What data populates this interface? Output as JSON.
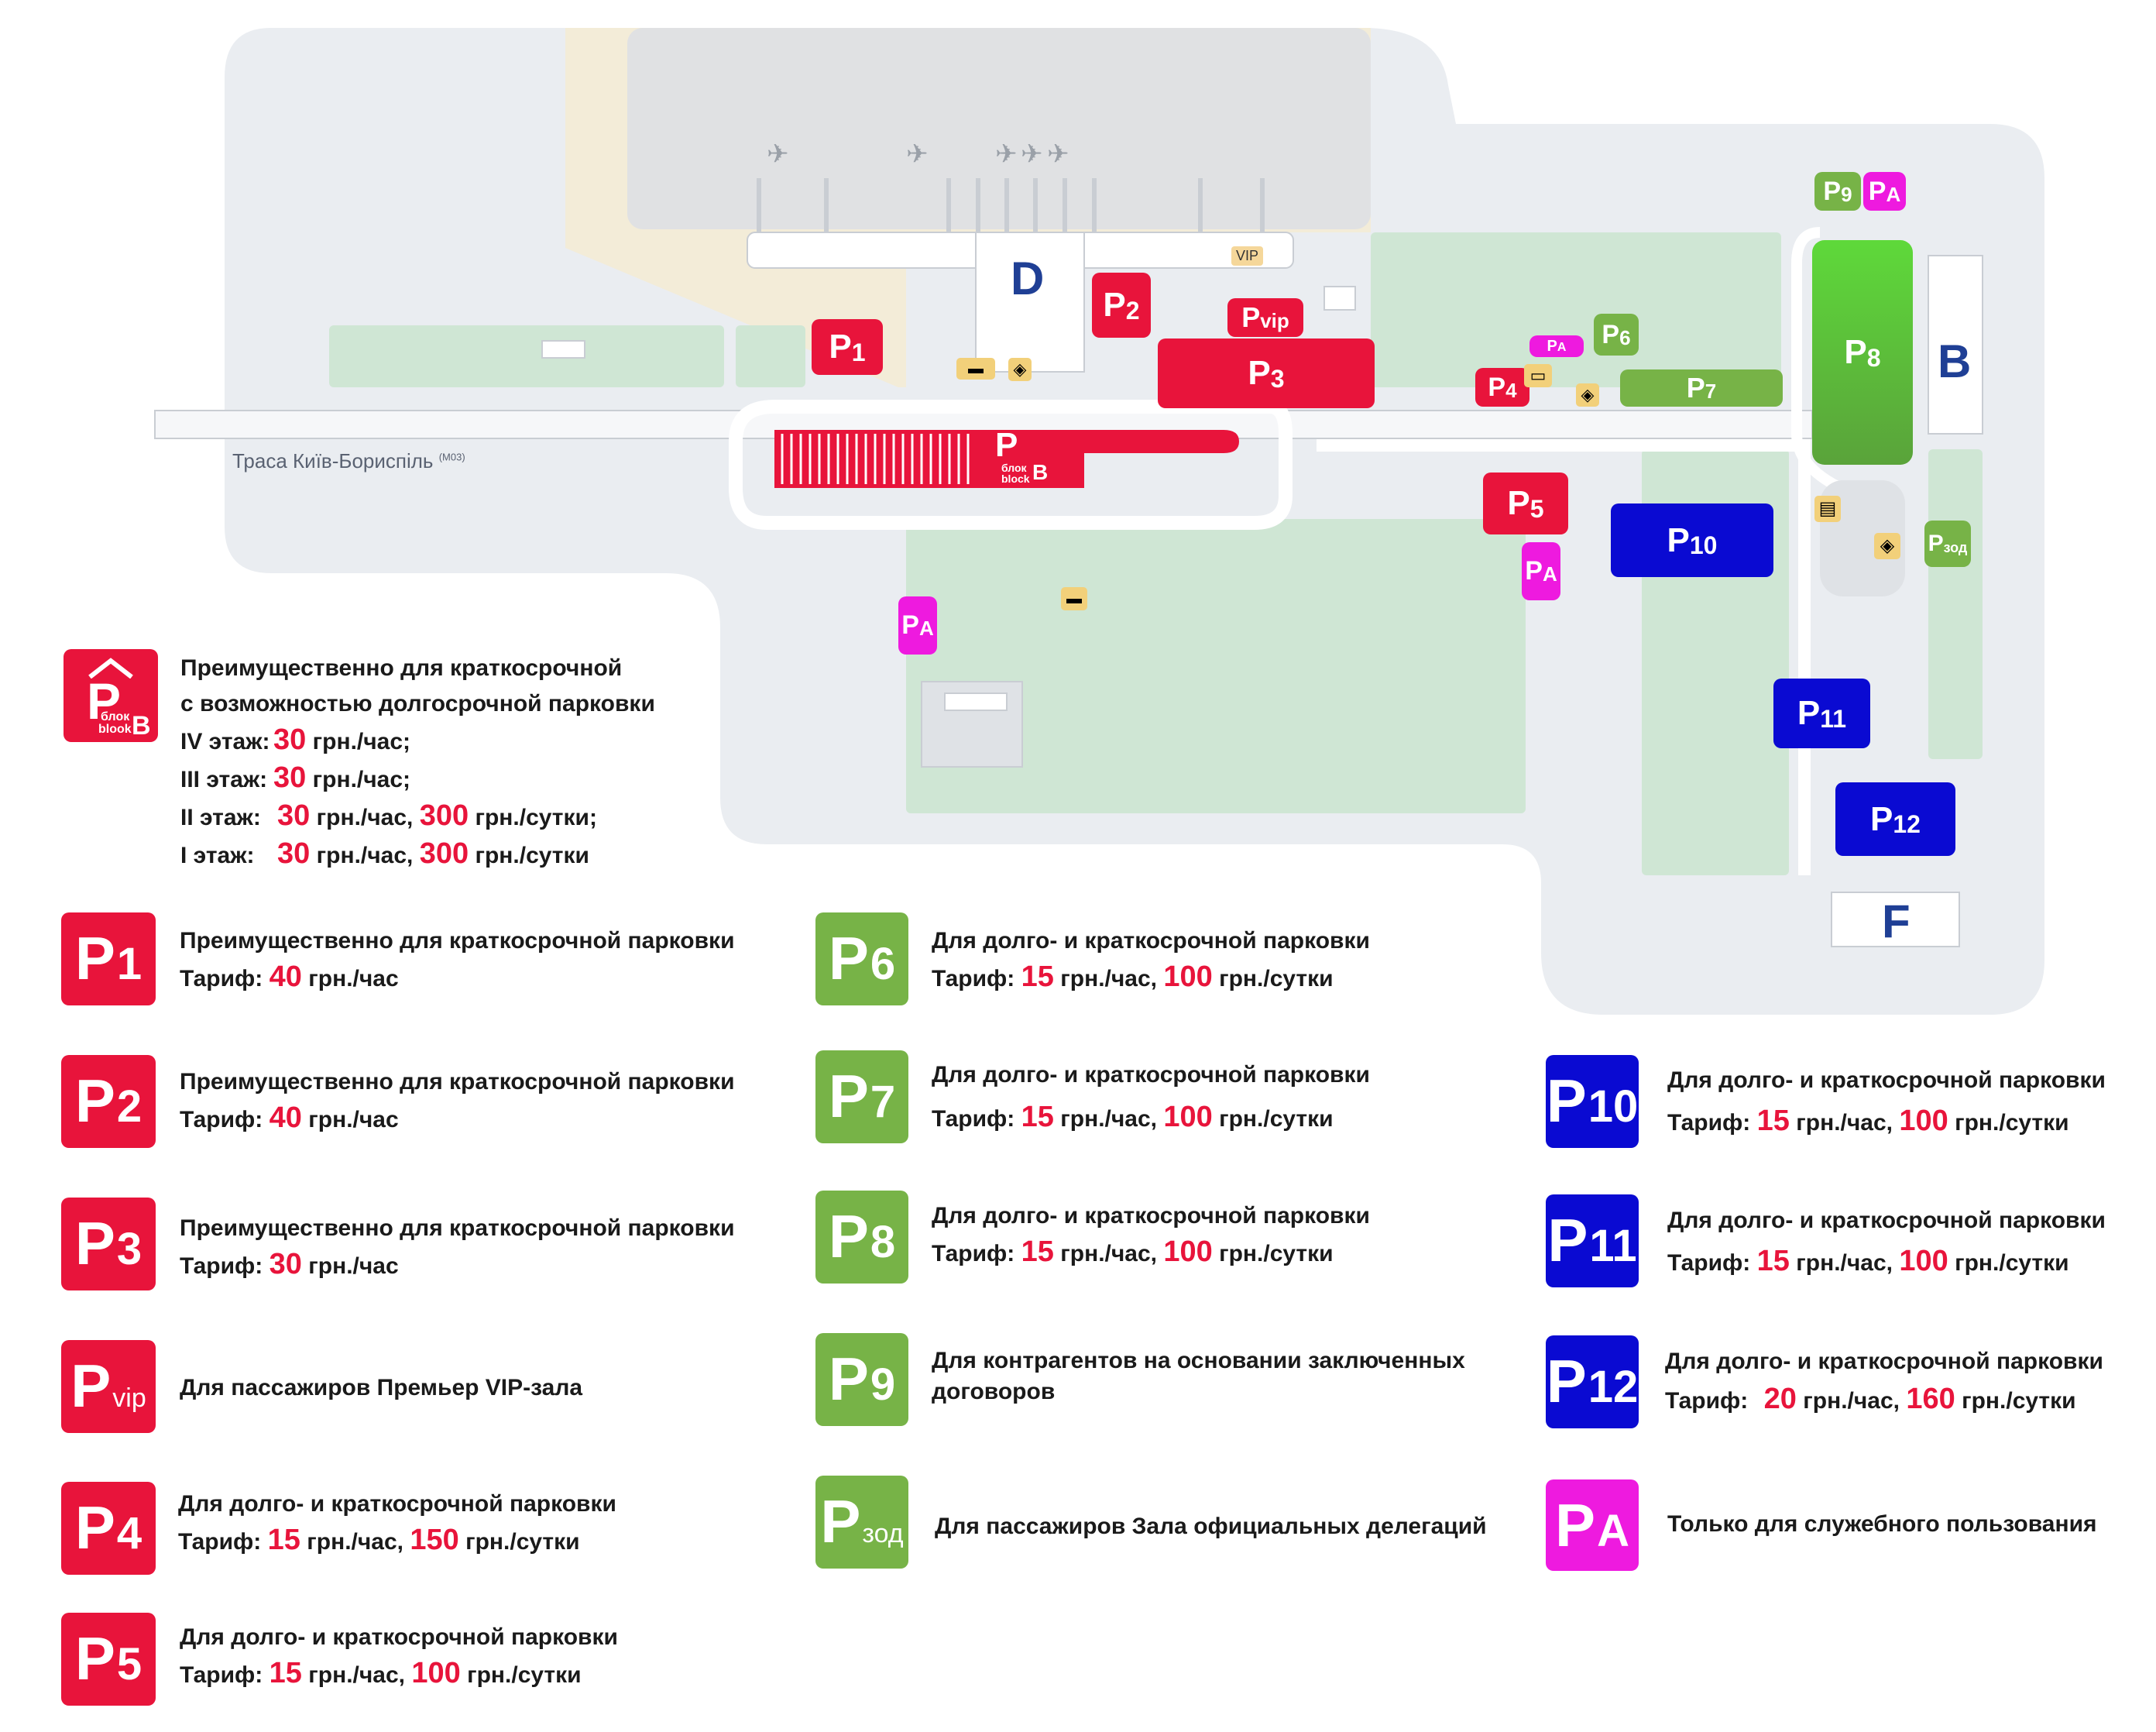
{
  "map": {
    "road_label": "Траса Київ-Бориспіль",
    "road_code": "(M03)",
    "terminal_d": "D",
    "terminal_b": "B",
    "terminal_f": "F",
    "vip_sign": "VIP",
    "garage_block_label": "блок",
    "garage_block_label_en": "block",
    "garage_block_letter": "B",
    "parkings": [
      {
        "id": "P1",
        "letter": "P",
        "sub": "1"
      },
      {
        "id": "P2",
        "letter": "P",
        "sub": "2"
      },
      {
        "id": "P3",
        "letter": "P",
        "sub": "3"
      },
      {
        "id": "Pvip",
        "letter": "P",
        "sub": "vip"
      },
      {
        "id": "P4",
        "letter": "P",
        "sub": "4"
      },
      {
        "id": "P5",
        "letter": "P",
        "sub": "5"
      },
      {
        "id": "P6",
        "letter": "P",
        "sub": "6"
      },
      {
        "id": "P7",
        "letter": "P",
        "sub": "7"
      },
      {
        "id": "P8",
        "letter": "P",
        "sub": "8"
      },
      {
        "id": "P9",
        "letter": "P",
        "sub": "9"
      },
      {
        "id": "P10",
        "letter": "P",
        "sub": "10"
      },
      {
        "id": "P11",
        "letter": "P",
        "sub": "11"
      },
      {
        "id": "P12",
        "letter": "P",
        "sub": "12"
      },
      {
        "id": "Pzod",
        "letter": "P",
        "sub": "зод"
      },
      {
        "id": "PA",
        "letter": "P",
        "sub": "A"
      }
    ]
  },
  "legend": {
    "block_b": {
      "badge_letter": "P",
      "badge_sub1": "блок",
      "badge_sub2": "blook",
      "badge_letter2": "B",
      "line1": "Преимущественно для краткосрочной",
      "line2": "с возможностью долгосрочной парковки",
      "floors": [
        {
          "label": "IV этаж:",
          "rate1": "30",
          "unit1": "грн./час;",
          "rate2": "",
          "unit2": ""
        },
        {
          "label": "III этаж:",
          "rate1": "30",
          "unit1": "грн./час;",
          "rate2": "",
          "unit2": ""
        },
        {
          "label": "II этаж:",
          "rate1": "30",
          "unit1": "грн./час,",
          "rate2": "300",
          "unit2": "грн./сутки;"
        },
        {
          "label": "I этаж:",
          "rate1": "30",
          "unit1": "грн./час,",
          "rate2": "300",
          "unit2": "грн./сутки"
        }
      ]
    },
    "items": [
      {
        "letter": "P",
        "sub": "1",
        "line1": "Преимущественно для краткосрочной парковки",
        "prefix": "Тариф:",
        "rate1": "40",
        "unit1": "грн./час",
        "rate2": "",
        "unit2": ""
      },
      {
        "letter": "P",
        "sub": "2",
        "line1": "Преимущественно для краткосрочной парковки",
        "prefix": "Тариф:",
        "rate1": "40",
        "unit1": "грн./час",
        "rate2": "",
        "unit2": ""
      },
      {
        "letter": "P",
        "sub": "3",
        "line1": "Преимущественно для краткосрочной парковки",
        "prefix": "Тариф:",
        "rate1": "30",
        "unit1": "грн./час",
        "rate2": "",
        "unit2": ""
      },
      {
        "letter": "P",
        "sub": "vip",
        "line1": "Для пассажиров Премьер VIP-зала"
      },
      {
        "letter": "P",
        "sub": "4",
        "line1": "Для долго- и краткосрочной парковки",
        "prefix": "Тариф:",
        "rate1": "15",
        "unit1": "грн./час,",
        "rate2": "150",
        "unit2": "грн./сутки"
      },
      {
        "letter": "P",
        "sub": "5",
        "line1": "Для долго- и краткосрочной парковки",
        "prefix": "Тариф:",
        "rate1": "15",
        "unit1": "грн./час,",
        "rate2": "100",
        "unit2": "грн./сутки"
      },
      {
        "letter": "P",
        "sub": "6",
        "line1": "Для долго- и краткосрочной парковки",
        "prefix": "Тариф:",
        "rate1": "15",
        "unit1": "грн./час,",
        "rate2": "100",
        "unit2": "грн./сутки"
      },
      {
        "letter": "P",
        "sub": "7",
        "line1": "Для долго- и краткосрочной парковки",
        "prefix": "Тариф:",
        "rate1": "15",
        "unit1": "грн./час,",
        "rate2": "100",
        "unit2": "грн./сутки"
      },
      {
        "letter": "P",
        "sub": "8",
        "line1": "Для долго- и краткосрочной парковки",
        "prefix": "Тариф:",
        "rate1": "15",
        "unit1": "грн./час,",
        "rate2": "100",
        "unit2": "грн./сутки"
      },
      {
        "letter": "P",
        "sub": "9",
        "line1": "Для контрагентов на основании заключенных",
        "line2": "договоров"
      },
      {
        "letter": "P",
        "sub": "зод",
        "line1": "Для пассажиров Зала официальных делегаций"
      },
      {
        "letter": "P",
        "sub": "10",
        "line1": "Для долго- и краткосрочной парковки",
        "prefix": "Тариф:",
        "rate1": "15",
        "unit1": "грн./час,",
        "rate2": "100",
        "unit2": "грн./сутки"
      },
      {
        "letter": "P",
        "sub": "11",
        "line1": "Для долго- и краткосрочной парковки",
        "prefix": "Тариф:",
        "rate1": "15",
        "unit1": "грн./час,",
        "rate2": "100",
        "unit2": "грн./сутки"
      },
      {
        "letter": "P",
        "sub": "12",
        "line1": "Для долго- и краткосрочной парковки",
        "prefix": "Тариф:",
        "rate1": "20",
        "unit1": "грн./час,",
        "rate2": "160",
        "unit2": "грн./сутки"
      },
      {
        "letter": "P",
        "sub": "A",
        "line1": "Только для служебного пользования"
      }
    ]
  },
  "colors": {
    "short_term": "#e8143b",
    "long_term": "#77b347",
    "remote": "#0a0ad2",
    "service": "#ee1adf",
    "terminal_letter": "#1f3f95",
    "green_area": "#cfe6d4",
    "airfield": "#e9ebee"
  }
}
